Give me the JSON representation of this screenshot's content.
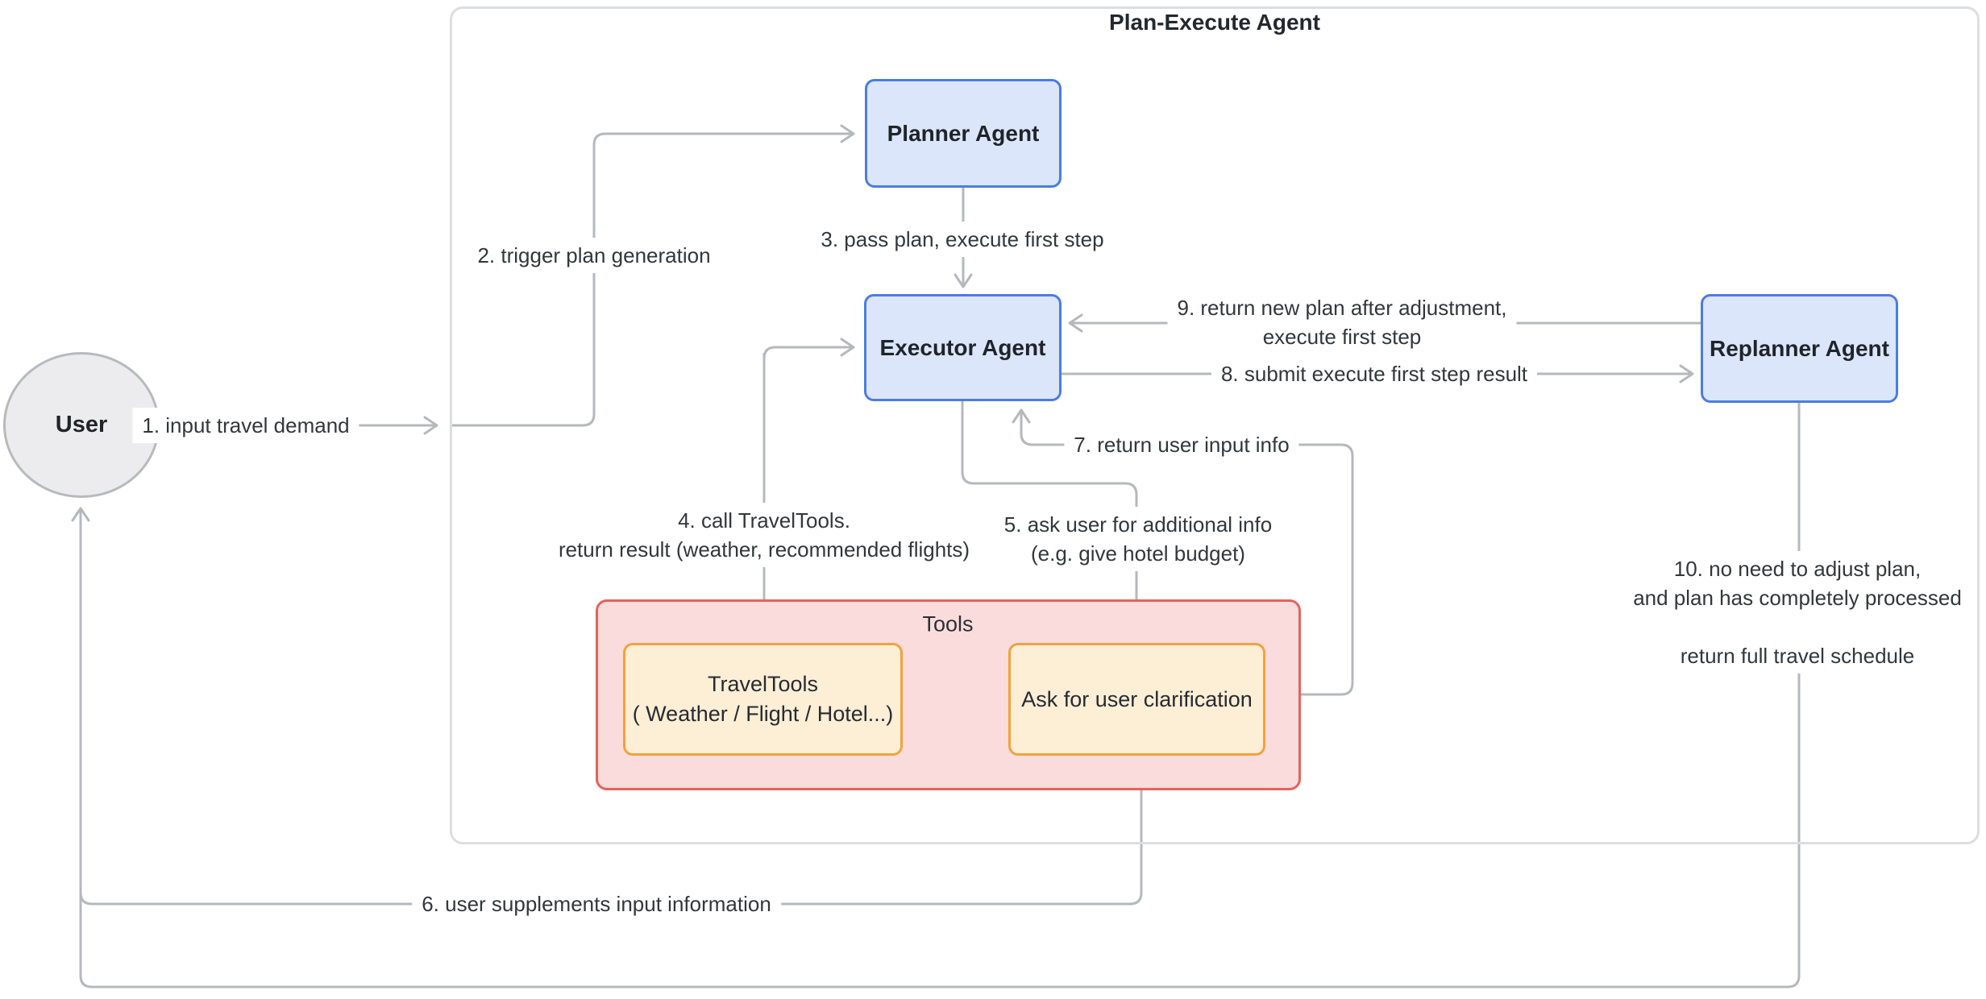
{
  "diagram": {
    "title": "Plan-Execute Agent",
    "nodes": {
      "user": {
        "label": "User"
      },
      "planner": {
        "label": "Planner Agent"
      },
      "executor": {
        "label": "Executor Agent"
      },
      "replanner": {
        "label": "Replanner Agent"
      },
      "tools_group": {
        "label": "Tools"
      },
      "travel_tools": {
        "lines": [
          "TravelTools",
          "( Weather / Flight / Hotel...)"
        ]
      },
      "ask_user": {
        "label": "Ask for user clarification"
      }
    },
    "edges": {
      "e1": {
        "label": "1. input travel demand"
      },
      "e2": {
        "label": "2. trigger plan generation"
      },
      "e3": {
        "label": "3. pass plan, execute first step"
      },
      "e4": {
        "lines": [
          "4. call TravelTools.",
          "return result (weather, recommended flights)"
        ]
      },
      "e5": {
        "lines": [
          "5. ask user for additional info",
          "(e.g. give hotel budget)"
        ]
      },
      "e6": {
        "label": "6. user supplements input information"
      },
      "e7": {
        "label": "7. return user input info"
      },
      "e8": {
        "label": "8. submit execute first step result"
      },
      "e9": {
        "lines": [
          "9. return new plan after adjustment,",
          "execute first step"
        ]
      },
      "e10": {
        "lines": [
          "10. no need to adjust plan,",
          "and plan has completely processed",
          "return full travel schedule"
        ]
      }
    },
    "colors": {
      "agent_fill": "#dce6fa",
      "agent_border": "#4b7ce2",
      "tools_fill": "#fbdcdc",
      "tools_border": "#e5625f",
      "tool_item_fill": "#fdeed6",
      "tool_item_border": "#f1a23f",
      "user_fill": "#ececee",
      "user_border": "#b7babd",
      "line": "#b5b8bc",
      "container_border": "#dcdee1",
      "node_text": "#1f242b",
      "label_text": "#33373a"
    }
  }
}
